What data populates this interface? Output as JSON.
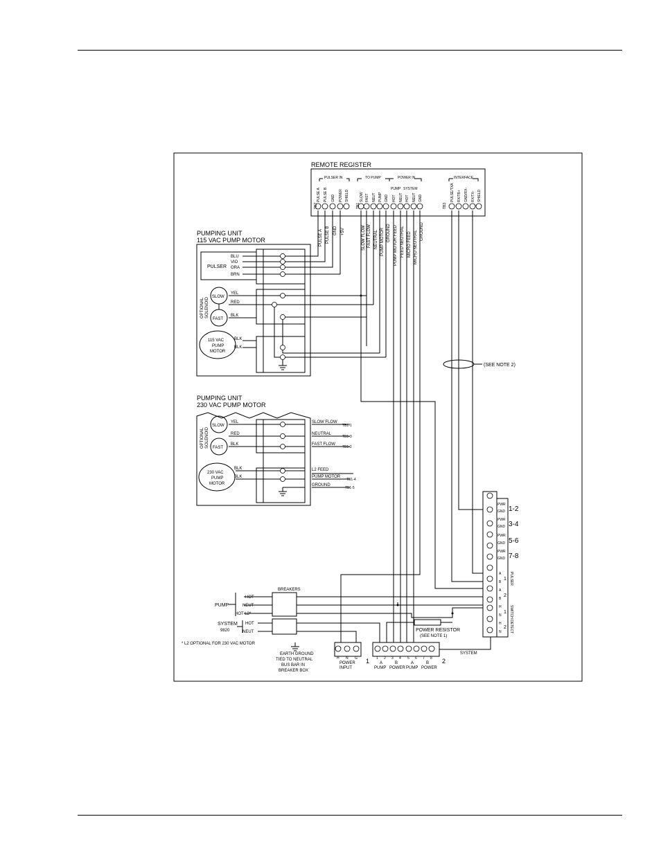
{
  "remote_register": {
    "title": "REMOTE REGISTER",
    "pulser_in": "PULSER IN",
    "to_pump": "TO PUMP",
    "power_in": "POWER IN",
    "pump_sub": "PUMP",
    "system_sub": "SYSTEM",
    "interface": "INTERFACE",
    "tb2": "TB2",
    "tb1": "TB1",
    "tb3": "TB3",
    "pulser_terms": [
      "PULSE A",
      "PULSE B",
      "GND",
      "POWER",
      "SHIELD"
    ],
    "pump_terms": [
      "SLOW",
      "FAST",
      "NEUT",
      "PUMP",
      "GND",
      "HOT",
      "NEUT",
      "HOT",
      "NEUT",
      "GND"
    ],
    "interface_terms": [
      "PULSE/TXA",
      "RX/TB+",
      "GND/RX-",
      "RX/TX-",
      "SHIELD"
    ]
  },
  "wire_labels": {
    "pulser": [
      "PULSE A",
      "PULSE B",
      "GND",
      "+5V"
    ],
    "pump": [
      "SLOW FLOW",
      "FAST FLOW",
      "NEUTRAL",
      "PUMP MOTOR",
      "GROUND",
      "PUMP MOTOR FEED",
      "FEED NEUTRAL",
      "MICRO FEED",
      "MICRO NEUTRAL",
      "GROUND"
    ]
  },
  "unit115": {
    "title1": "PUMPING UNIT",
    "title2": "115 VAC PUMP MOTOR",
    "pulser": "PULSER",
    "colors": [
      "BLU",
      "VIO",
      "ORA",
      "BRN"
    ],
    "optional": "OPTIONAL",
    "solenoid": "SOLENOID",
    "slow": "SLOW",
    "fast": "FAST",
    "sol_colors": [
      "YEL",
      "RED",
      "BLK"
    ],
    "motor": [
      "115 VAC",
      "PUMP",
      "MOTOR"
    ],
    "motor_colors": [
      "BLK",
      "BLK"
    ]
  },
  "note2": "(SEE NOTE 2)",
  "unit230": {
    "title1": "PUMPING UNIT",
    "title2": "230 VAC PUMP MOTOR",
    "optional": "OPTIONAL",
    "solenoid": "SOLENOID",
    "slow": "SLOW",
    "fast": "FAST",
    "sol_colors": [
      "YEL",
      "RED",
      "BLK"
    ],
    "motor": [
      "230 VAC",
      "PUMP",
      "MOTOR"
    ],
    "motor_colors": [
      "BLK",
      "BLK"
    ],
    "outputs": [
      "SLOW FLOW",
      "NEUTRAL",
      "FAST FLOW",
      "L2 FEED",
      "PUMP MOTOR",
      "GROUND"
    ],
    "tb_refs": [
      "TB1-1",
      "TB1-3",
      "TB1-2",
      "TB1-4",
      "TB1-5"
    ]
  },
  "terminal_strip": {
    "labels": [
      "PWR",
      "GND",
      "PWR",
      "GND",
      "PWR",
      "GND",
      "PWR",
      "GND"
    ],
    "groups": [
      "1-2",
      "3-4",
      "5-6",
      "7-8"
    ],
    "pulser_ab": [
      "A",
      "B",
      "A",
      "B"
    ],
    "pulser_nums": [
      "1",
      "2"
    ],
    "pulser_word": "PULSER",
    "switch_hn": [
      "H",
      "N",
      "H",
      "N"
    ],
    "switch_nums": [
      "1",
      "2"
    ],
    "switch_word": "SWITCH DETECT"
  },
  "breakers": {
    "title": "BREAKERS",
    "pump": "PUMP",
    "system1": "SYSTEM",
    "system2": "9820",
    "pump_lines": [
      "HOT",
      "NEUT",
      "HOT L2*"
    ],
    "system_lines": [
      "HOT",
      "NEUT"
    ]
  },
  "power_resistor": [
    "POWER RESISTOR",
    "(SEE NOTE 1)"
  ],
  "l2_note": "* L2 OPTIONAL FOR 230 VAC MOTOR",
  "earth": [
    "EARTH GROUND",
    "TIED TO NEUTRAL",
    "BUS BAR IN",
    "BREAKER BOX"
  ],
  "bottom_block": {
    "hng": [
      "H",
      "N",
      "G"
    ],
    "power_input": [
      "POWER",
      "INPUT"
    ],
    "nums": [
      "1",
      "2",
      "3",
      "4",
      "5",
      "6",
      "7",
      "8"
    ],
    "ab": [
      "A",
      "B",
      "A",
      "B"
    ],
    "pump_power": [
      "PUMP",
      "POWER",
      "PUMP",
      "POWER"
    ],
    "group_nums": [
      "1",
      "2"
    ],
    "system": "SYSTEM"
  }
}
